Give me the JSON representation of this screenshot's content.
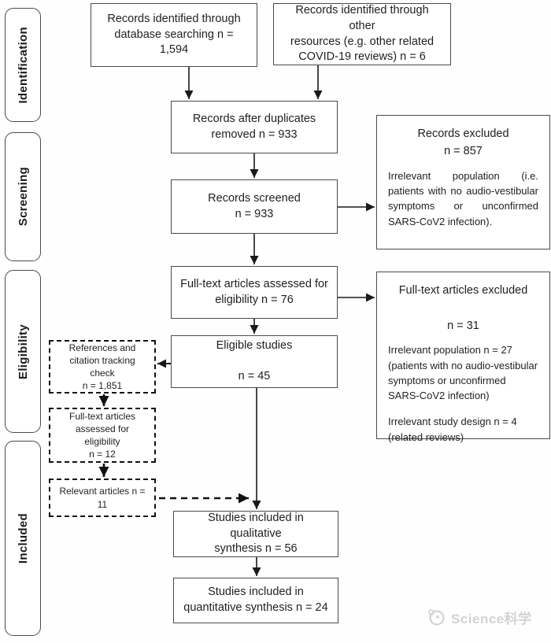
{
  "stages": [
    {
      "label": "Identification"
    },
    {
      "label": "Screening"
    },
    {
      "label": "Eligibility"
    },
    {
      "label": "Included"
    }
  ],
  "boxes": {
    "database": {
      "text": "Records identified through\ndatabase searching n = 1,594"
    },
    "other_sources": {
      "text": "Records identified through other\nresources (e.g. other related\nCOVID-19 reviews) n = 6"
    },
    "duplicates_removed": {
      "text": "Records after duplicates\nremoved n = 933"
    },
    "records_screened": {
      "text": "Records screened\nn = 933"
    },
    "records_excluded": {
      "title": "Records excluded\nn = 857",
      "body": "Irrelevant population (i.e. patients with no audio-vestibular symptoms or unconfirmed SARS-CoV2 infection)."
    },
    "fulltext_assessed": {
      "text": "Full-text articles assessed for\neligibility n = 76"
    },
    "fulltext_excluded": {
      "title": "Full-text articles excluded\n\nn = 31",
      "body1": "Irrelevant population n = 27 (patients with no audio-vestibular symptoms or unconfirmed SARS-CoV2 infection)",
      "body2": "Irrelevant study design n = 4 (related reviews)"
    },
    "eligible_studies": {
      "text": "Eligible studies\n\nn = 45"
    },
    "references_check": {
      "text": "References and\ncitation tracking check\nn = 1,851"
    },
    "fulltext_eligibility": {
      "text": "Full-text articles\nassessed for eligibility\nn = 12"
    },
    "relevant_articles": {
      "text": "Relevant articles n =\n11"
    },
    "qualitative": {
      "text": "Studies included in qualitative\nsynthesis n = 56"
    },
    "quantitative": {
      "text": "Studies included in\nquantitative synthesis n = 24"
    }
  },
  "watermark": {
    "text": "Science科学"
  },
  "colors": {
    "box_border": "#4a4a4a",
    "dashed_border": "#111111",
    "text": "#1f1f1f",
    "watermark": "#d2d2d2"
  }
}
